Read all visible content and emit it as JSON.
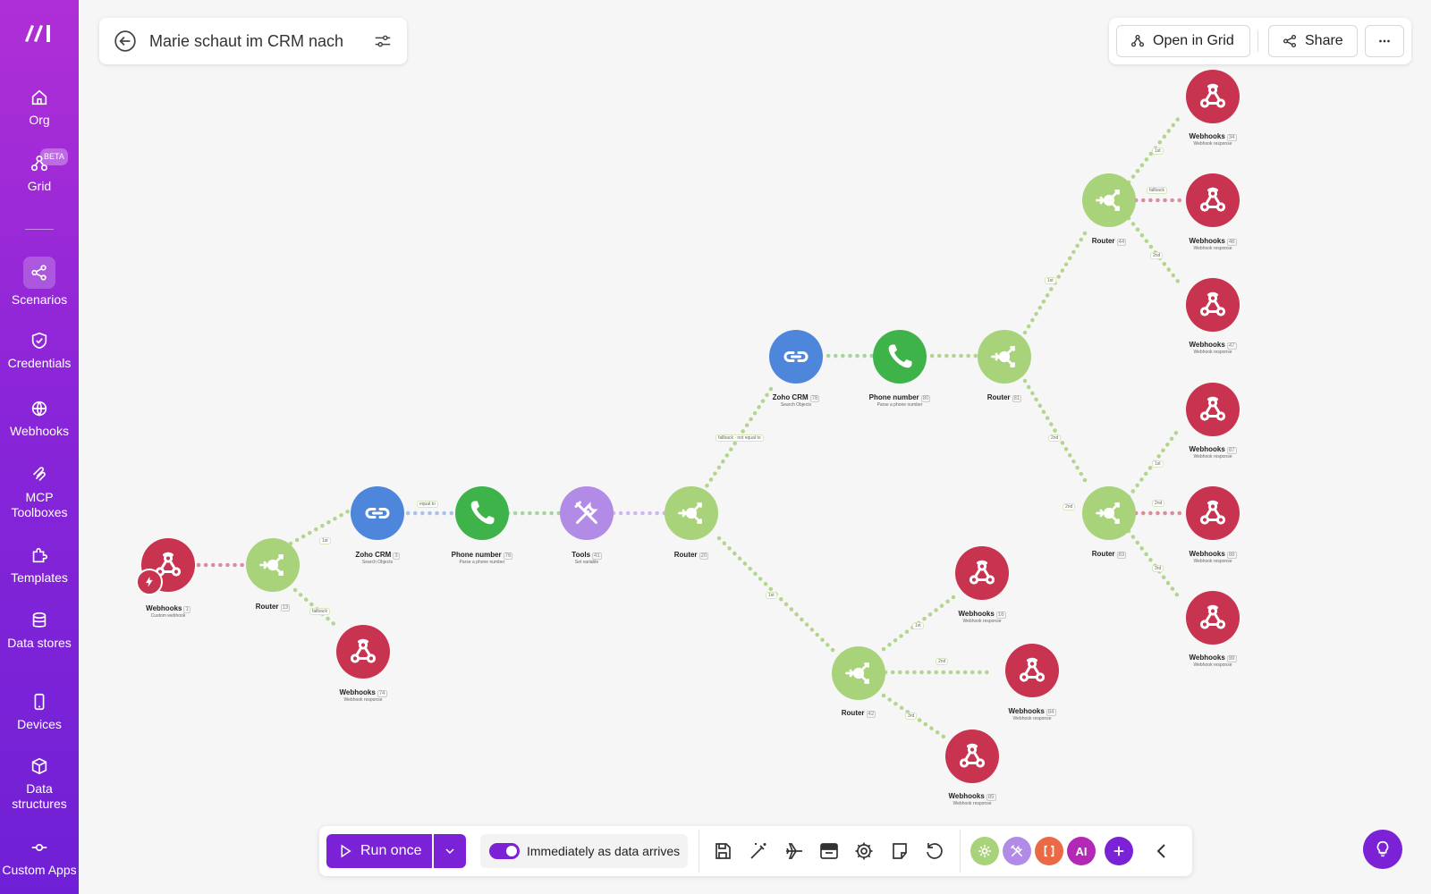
{
  "sidebar": {
    "items": [
      {
        "label": "Org",
        "icon": "home-icon"
      },
      {
        "label": "Grid",
        "icon": "grid-icon",
        "badge": "BETA"
      },
      {
        "label": "Scenarios",
        "icon": "scenarios-icon",
        "active": true
      },
      {
        "label": "Credentials",
        "icon": "shield-icon"
      },
      {
        "label": "Webhooks",
        "icon": "globe-icon"
      },
      {
        "label": "MCP Toolboxes",
        "icon": "mcp-icon"
      },
      {
        "label": "Templates",
        "icon": "puzzle-icon"
      },
      {
        "label": "Data stores",
        "icon": "database-icon"
      },
      {
        "label": "Devices",
        "icon": "phone-icon"
      },
      {
        "label": "Data structures",
        "icon": "cube-icon"
      },
      {
        "label": "Custom Apps",
        "icon": "commit-icon"
      }
    ]
  },
  "header": {
    "title": "Marie schaut im CRM nach",
    "open_in_grid": "Open in Grid",
    "share": "Share"
  },
  "colors": {
    "sidebar_top": "#b02fd6",
    "sidebar_bottom": "#6f20d6",
    "accent": "#7b22d6",
    "webhook": "#c8334f",
    "router": "#a8d37a",
    "zoho": "#4e86dc",
    "phone": "#3db34a",
    "tools": "#b28be6"
  },
  "nodes": [
    {
      "id": "webhooks-1",
      "name": "Webhooks",
      "num": "1",
      "sub": "Custom webhook"
    },
    {
      "id": "router-13",
      "name": "Router",
      "num": "13"
    },
    {
      "id": "zoho-3",
      "name": "Zoho CRM",
      "num": "3",
      "sub": "Search Objects"
    },
    {
      "id": "phone-76",
      "name": "Phone number",
      "num": "76",
      "sub": "Parse a phone number"
    },
    {
      "id": "tools-41",
      "name": "Tools",
      "num": "41",
      "sub": "Set variable"
    },
    {
      "id": "router-20",
      "name": "Router",
      "num": "20"
    },
    {
      "id": "webhooks-74",
      "name": "Webhooks",
      "num": "74",
      "sub": "Webhook response"
    },
    {
      "id": "zoho-78",
      "name": "Zoho CRM",
      "num": "78",
      "sub": "Search Objects"
    },
    {
      "id": "phone-80",
      "name": "Phone number",
      "num": "80",
      "sub": "Parse a phone number"
    },
    {
      "id": "router-81",
      "name": "Router",
      "num": "81"
    },
    {
      "id": "router-42",
      "name": "Router",
      "num": "42"
    },
    {
      "id": "webhooks-16",
      "name": "Webhooks",
      "num": "16",
      "sub": "Webhook response"
    },
    {
      "id": "webhooks-84",
      "name": "Webhooks",
      "num": "84",
      "sub": "Webhook response"
    },
    {
      "id": "webhooks-85",
      "name": "Webhooks",
      "num": "85",
      "sub": "Webhook response"
    },
    {
      "id": "router-44",
      "name": "Router",
      "num": "44"
    },
    {
      "id": "router-83",
      "name": "Router",
      "num": "83"
    },
    {
      "id": "webhooks-34",
      "name": "Webhooks",
      "num": "34",
      "sub": "Webhook response"
    },
    {
      "id": "webhooks-46",
      "name": "Webhooks",
      "num": "46",
      "sub": "Webhook response"
    },
    {
      "id": "webhooks-47",
      "name": "Webhooks",
      "num": "47",
      "sub": "Webhook response"
    },
    {
      "id": "webhooks-87",
      "name": "Webhooks",
      "num": "87",
      "sub": "Webhook response"
    },
    {
      "id": "webhooks-88",
      "name": "Webhooks",
      "num": "88",
      "sub": "Webhook response"
    },
    {
      "id": "webhooks-89",
      "name": "Webhooks",
      "num": "89",
      "sub": "Webhook response"
    }
  ],
  "filters": {
    "f1": "1st",
    "f2": "fallback",
    "f3": "equal to",
    "f4": "fallback · not equal to",
    "f5": "1st",
    "f6": "1st",
    "f7": "2nd",
    "f8": "3rd",
    "f9": "1st",
    "f10": "fallback",
    "f11": "2nd",
    "f12": "1st",
    "f13": "2nd",
    "f14": "1st",
    "f15": "2nd",
    "f16": "3rd",
    "f17": "2nd"
  },
  "toolbar": {
    "run_once": "Run once",
    "schedule": "Immediately as data arrives",
    "ai_label": "AI"
  }
}
